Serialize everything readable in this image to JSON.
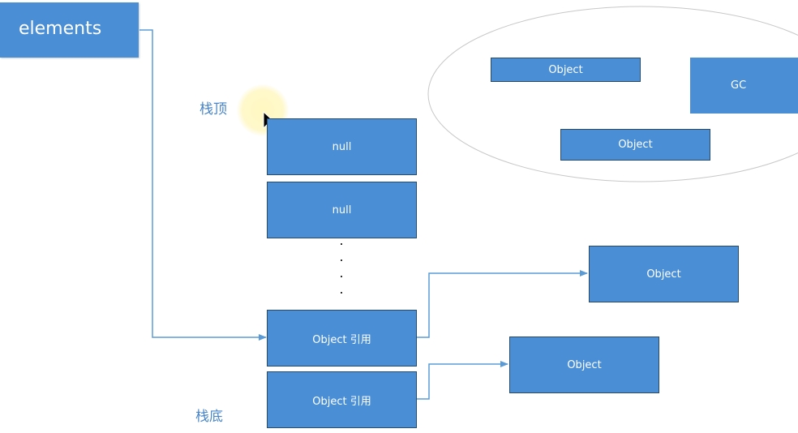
{
  "elements_label": "elements",
  "stack_top_label": "栈顶",
  "stack_bottom_label": "栈底",
  "stack_cells": [
    "null",
    "null",
    "Object 引用",
    "Object 引用"
  ],
  "heap_objects": [
    "Object",
    "Object"
  ],
  "gc_area": {
    "objects": [
      "Object",
      "Object"
    ],
    "gc_label": "GC"
  },
  "colors": {
    "box_fill": "#4a8fd6",
    "box_border": "#2a4a6a",
    "connector": "#5b9bd5",
    "label": "#4a86c8",
    "ellipse_border": "#c8c8c8"
  },
  "icons": [
    "mouse-pointer-icon"
  ]
}
